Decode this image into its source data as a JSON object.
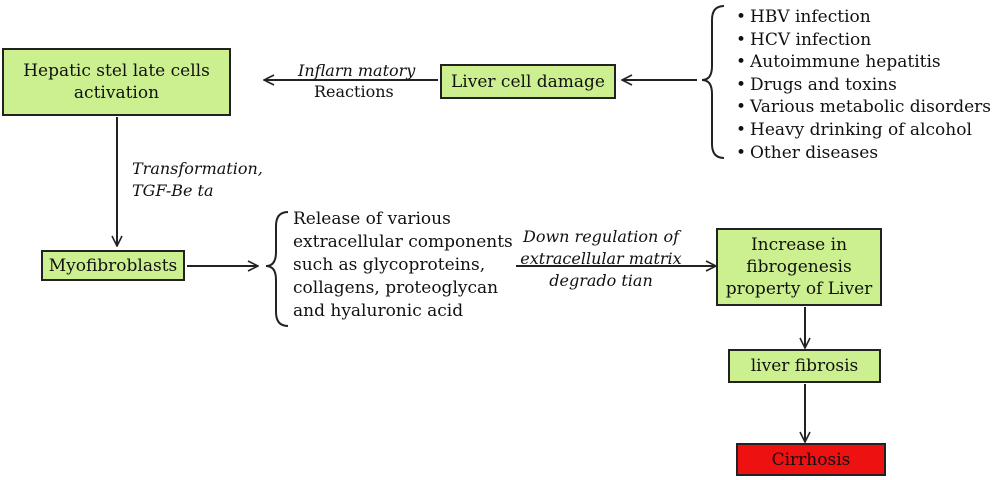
{
  "nodes": {
    "hsc": "Hepatic stel late cells\nactivation",
    "liver_damage": "Liver cell damage",
    "myofibroblasts": "Myofibroblasts",
    "fibrogenesis": "Increase in\nfibrogenesis\nproperty of Liver",
    "fibrosis": "liver fibrosis",
    "cirrhosis": "Cirrhosis"
  },
  "edge_labels": {
    "inflammatory_line1": "Inflarn matory",
    "inflammatory_line2": "Reactions",
    "transformation": "Transformation,\nTGF-Be ta",
    "down_regulation": "Down regulation of\nextracellular matrix\ndegrado tian"
  },
  "release_text": "Release of various\nextracellular components\nsuch as glycoproteins,\ncollagens, proteoglycan\nand hyaluronic acid",
  "causes": [
    "HBV infection",
    "HCV infection",
    "Autoimmune hepatitis",
    "Drugs and toxins",
    "Various metabolic disorders",
    "Heavy drinking of alcohol",
    "Other diseases"
  ],
  "colors": {
    "node_fill": "#ccf08f",
    "cirrhosis_fill": "#ee1111",
    "line": "#222222"
  }
}
